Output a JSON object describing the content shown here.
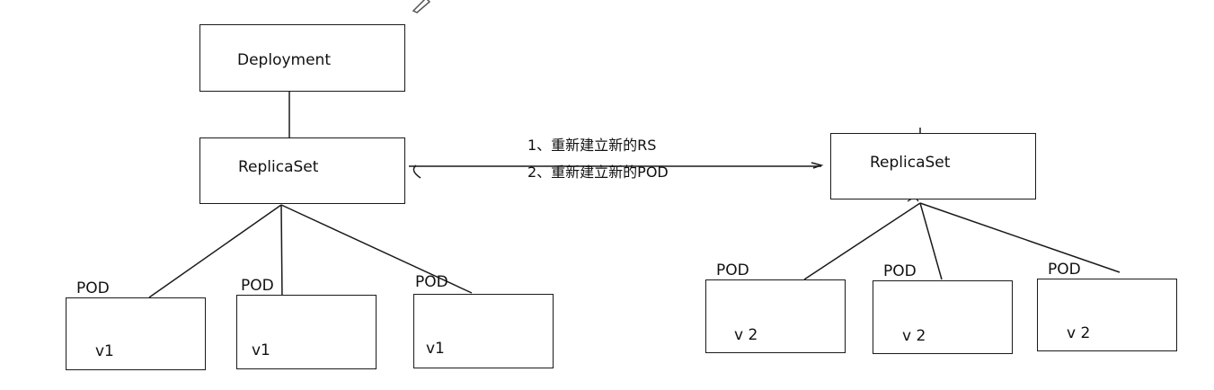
{
  "nodes": {
    "deployment": "Deployment",
    "replicaset_old": "ReplicaSet",
    "replicaset_new": "ReplicaSet"
  },
  "steps": [
    "1、重新建立新的RS",
    "2、重新建立新的POD"
  ],
  "old_pods": [
    {
      "tag": "POD",
      "version": "v1"
    },
    {
      "tag": "POD",
      "version": "v1"
    },
    {
      "tag": "POD",
      "version": "v1"
    }
  ],
  "new_pods": [
    {
      "tag": "POD",
      "version": "v 2"
    },
    {
      "tag": "POD",
      "version": "v 2"
    },
    {
      "tag": "POD",
      "version": "v 2"
    }
  ],
  "colors": {
    "stroke": "#1a1a1a",
    "text": "#111111",
    "background": "#ffffff"
  }
}
